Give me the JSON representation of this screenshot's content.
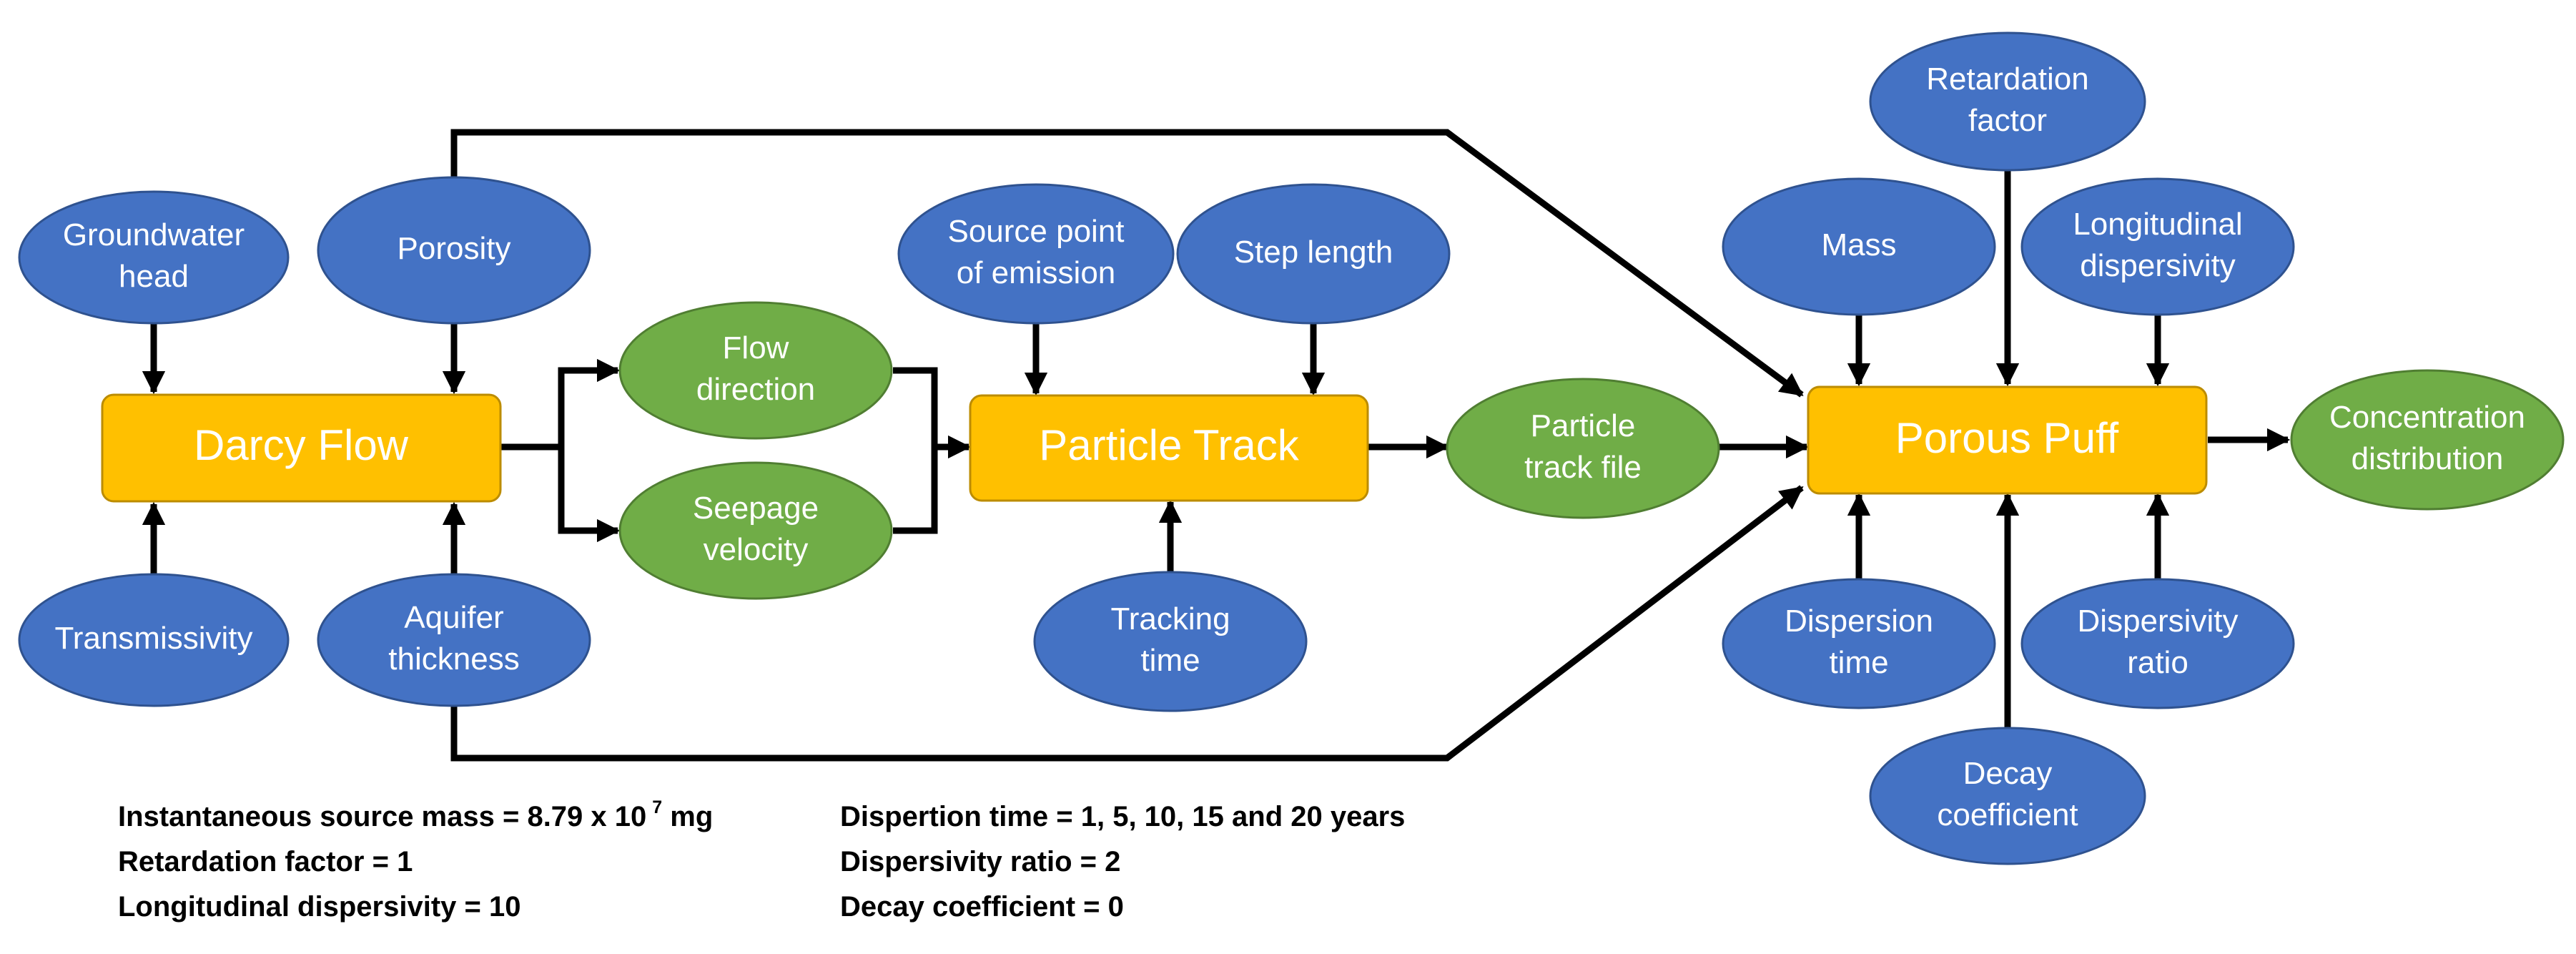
{
  "colors": {
    "input": "#4472C4",
    "input_stroke": "#2F528F",
    "intermediate": "#70AD47",
    "intermediate_stroke": "#507E32",
    "process": "#FFC000",
    "process_stroke": "#BC8C00",
    "edge": "#000000"
  },
  "nodes": {
    "groundwater_head": {
      "lines": [
        "Groundwater",
        "head"
      ]
    },
    "porosity": {
      "lines": [
        "Porosity"
      ]
    },
    "transmissivity": {
      "lines": [
        "Transmissivity"
      ]
    },
    "aquifer_thickness": {
      "lines": [
        "Aquifer",
        "thickness"
      ]
    },
    "darcy_flow": {
      "lines": [
        "Darcy Flow"
      ]
    },
    "flow_direction": {
      "lines": [
        "Flow",
        "direction"
      ]
    },
    "seepage_velocity": {
      "lines": [
        "Seepage",
        "velocity"
      ]
    },
    "source_point": {
      "lines": [
        "Source point",
        "of emission"
      ]
    },
    "step_length": {
      "lines": [
        "Step length"
      ]
    },
    "particle_track": {
      "lines": [
        "Particle Track"
      ]
    },
    "tracking_time": {
      "lines": [
        "Tracking",
        "time"
      ]
    },
    "particle_track_file": {
      "lines": [
        "Particle",
        "track file"
      ]
    },
    "retardation_factor": {
      "lines": [
        "Retardation",
        "factor"
      ]
    },
    "mass": {
      "lines": [
        "Mass"
      ]
    },
    "longitudinal_dispersivity": {
      "lines": [
        "Longitudinal",
        "dispersivity"
      ]
    },
    "porous_puff": {
      "lines": [
        "Porous Puff"
      ]
    },
    "concentration_distribution": {
      "lines": [
        "Concentration",
        "distribution"
      ]
    },
    "dispersion_time": {
      "lines": [
        "Dispersion",
        "time"
      ]
    },
    "dispersivity_ratio": {
      "lines": [
        "Dispersivity",
        "ratio"
      ]
    },
    "decay_coefficient": {
      "lines": [
        "Decay",
        "coefficient"
      ]
    }
  },
  "edges": [
    [
      "groundwater_head",
      "darcy_flow"
    ],
    [
      "porosity",
      "darcy_flow"
    ],
    [
      "transmissivity",
      "darcy_flow"
    ],
    [
      "aquifer_thickness",
      "darcy_flow"
    ],
    [
      "darcy_flow",
      "flow_direction"
    ],
    [
      "darcy_flow",
      "seepage_velocity"
    ],
    [
      "flow_direction",
      "particle_track"
    ],
    [
      "seepage_velocity",
      "particle_track"
    ],
    [
      "source_point",
      "particle_track"
    ],
    [
      "step_length",
      "particle_track"
    ],
    [
      "tracking_time",
      "particle_track"
    ],
    [
      "particle_track",
      "particle_track_file"
    ],
    [
      "particle_track_file",
      "porous_puff"
    ],
    [
      "porosity",
      "porous_puff"
    ],
    [
      "aquifer_thickness",
      "porous_puff"
    ],
    [
      "retardation_factor",
      "porous_puff"
    ],
    [
      "mass",
      "porous_puff"
    ],
    [
      "longitudinal_dispersivity",
      "porous_puff"
    ],
    [
      "dispersion_time",
      "porous_puff"
    ],
    [
      "dispersivity_ratio",
      "porous_puff"
    ],
    [
      "decay_coefficient",
      "porous_puff"
    ],
    [
      "porous_puff",
      "concentration_distribution"
    ]
  ],
  "notes": {
    "source_mass": {
      "before": "Instantaneous source mass = 8.79 x 10",
      "sup": "7",
      "after": " mg"
    },
    "retardation": "Retardation factor = 1",
    "dispersivity": "Longitudinal dispersivity = 10",
    "dispersion_time": "Dispertion time = 1, 5, 10, 15 and 20 years",
    "dispersivity_ratio": "Dispersivity ratio = 2",
    "decay": "Decay coefficient = 0"
  }
}
